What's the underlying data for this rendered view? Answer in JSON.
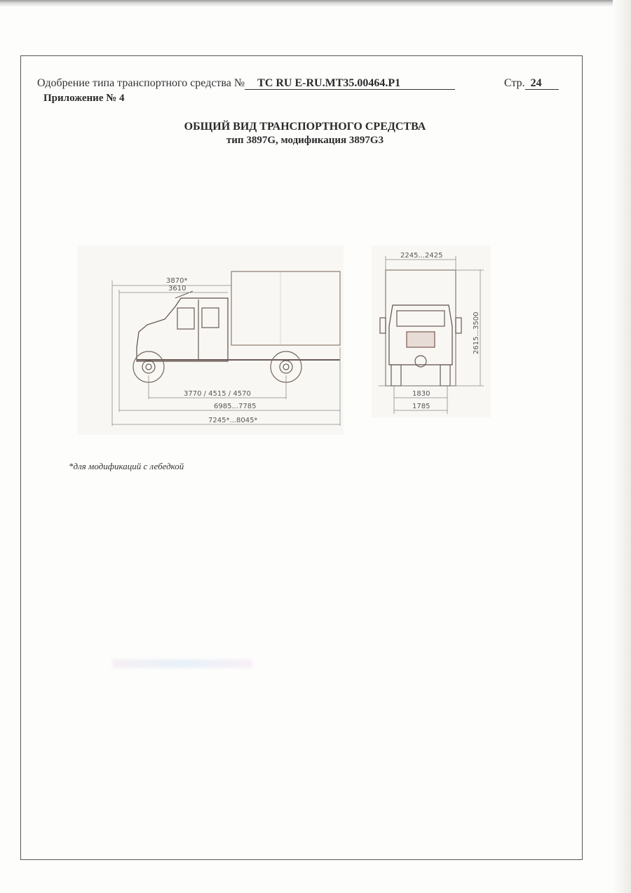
{
  "header": {
    "approval_label": "Одобрение типа транспортного средства №",
    "approval_number": "ТС RU E-RU.MT35.00464.P1",
    "page_label": "Стр.",
    "page_number": "24",
    "appendix": "Приложение № 4"
  },
  "title": {
    "line1": "ОБЩИЙ ВИД ТРАНСПОРТНОГО СРЕДСТВА",
    "line2": "тип 3897G, модификация 3897G3"
  },
  "side_view": {
    "dim_overall_top_star": "3870*",
    "dim_overall_top": "3610",
    "dim_wheelbase": "3770 / 4515 / 4570",
    "dim_length": "6985...7785",
    "dim_length_star": "7245*...8045*"
  },
  "front_view": {
    "dim_width": "2245...2425",
    "dim_height": "2615...3500",
    "dim_track": "1830",
    "dim_track2": "1785"
  },
  "footnote": "*для модификаций с лебедкой"
}
